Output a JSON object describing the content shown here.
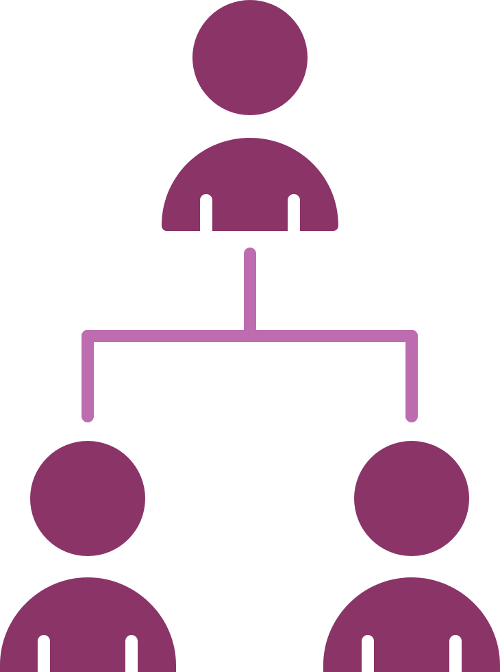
{
  "icon": {
    "name": "organization-hierarchy-icon",
    "colors": {
      "person": "#8B3468",
      "connector": "#BD6CB0",
      "background": "#FFFFFF"
    },
    "people": [
      {
        "role": "top-person"
      },
      {
        "role": "bottom-left-person"
      },
      {
        "role": "bottom-right-person"
      }
    ]
  }
}
